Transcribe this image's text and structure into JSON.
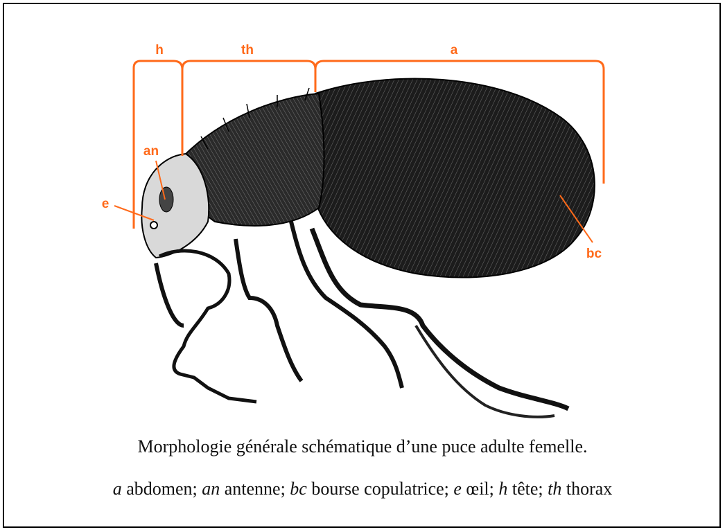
{
  "diagram": {
    "accent_color": "#ff6a1a",
    "labels": {
      "h": "h",
      "th": "th",
      "a": "a",
      "an": "an",
      "e": "e",
      "bc": "bc"
    }
  },
  "caption": {
    "title": "Morphologie générale schématique d’une puce adulte femelle.",
    "legend": [
      {
        "abbr": "a",
        "text": " abdomen; "
      },
      {
        "abbr": "an",
        "text": " antenne; "
      },
      {
        "abbr": "bc",
        "text": " bourse copulatrice; "
      },
      {
        "abbr": "e",
        "text": " œil; "
      },
      {
        "abbr": "h",
        "text": " tête; "
      },
      {
        "abbr": "th",
        "text": " thorax"
      }
    ]
  }
}
